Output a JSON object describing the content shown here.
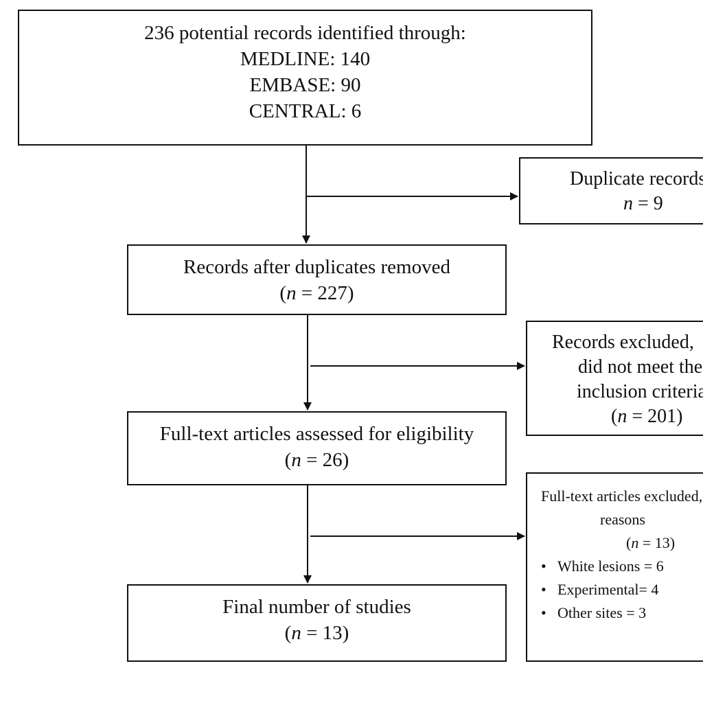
{
  "identified": {
    "line1": "236 potential records identified through:",
    "line2": "MEDLINE: 140",
    "line3": "EMBASE: 90",
    "line4": "CENTRAL: 6"
  },
  "duplicates": {
    "label": "Duplicate records",
    "n_prefix": "n",
    "n_value": "= 9"
  },
  "after_duplicates": {
    "label": "Records after duplicates removed",
    "n_open": "(",
    "n_prefix": "n",
    "n_value": "= 227)"
  },
  "records_excluded": {
    "line1": "Records excluded,",
    "line2": "did not meet the",
    "line3": "inclusion criteria",
    "n_open": "(",
    "n_prefix": "n",
    "n_value": "= 201)"
  },
  "fulltext_assessed": {
    "label": "Full-text articles assessed for eligibility",
    "n_open": "(",
    "n_prefix": "n",
    "n_value": "= 26)"
  },
  "fulltext_excluded": {
    "line1": "Full-text articles excluded, with",
    "line2": "reasons",
    "n_open": "(",
    "n_prefix": "n",
    "n_value": "= 13)",
    "reasons": [
      "White lesions = 6",
      "Experimental= 4",
      "Other sites = 3"
    ],
    "bullet": "•"
  },
  "final": {
    "label": "Final number of studies",
    "n_open": "(",
    "n_prefix": "n",
    "n_value": "= 13)"
  }
}
